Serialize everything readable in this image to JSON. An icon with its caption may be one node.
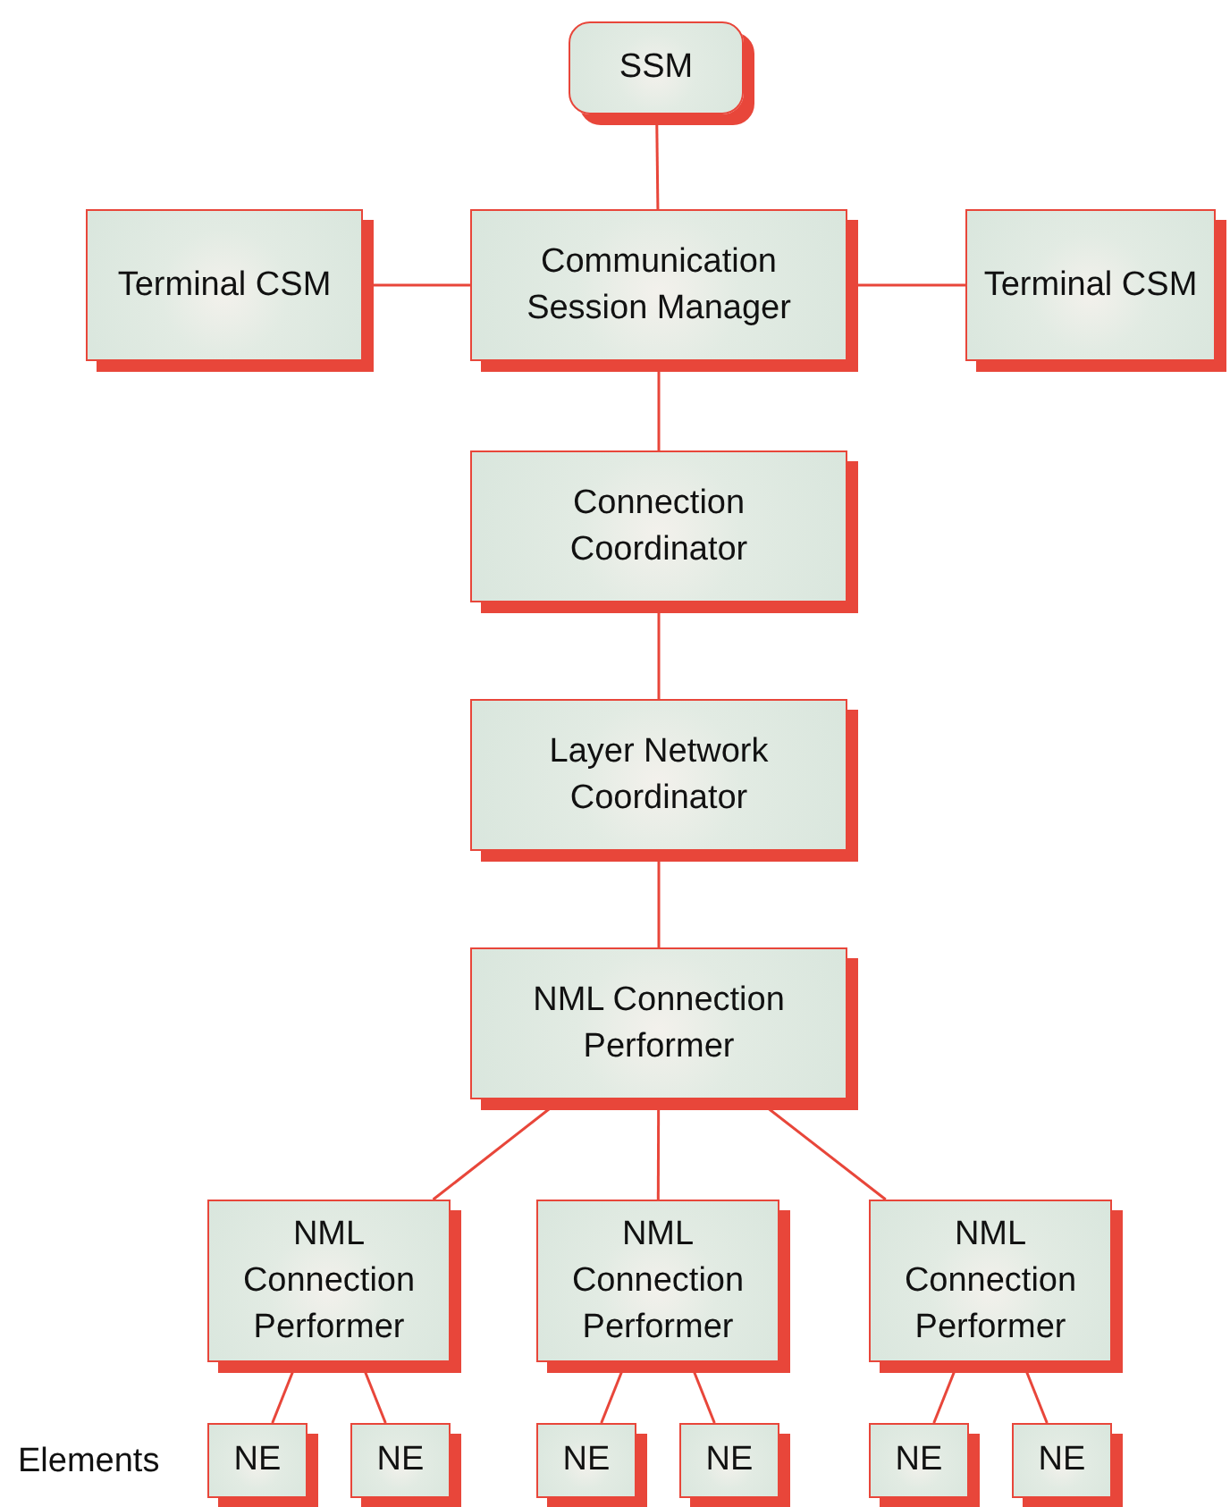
{
  "diagram": {
    "nodes": [
      {
        "text": [
          "SSM"
        ]
      },
      {
        "text": [
          "Terminal CSM"
        ]
      },
      {
        "text": [
          "Communication Session Manager"
        ]
      },
      {
        "text": [
          "Terminal CSM"
        ]
      },
      {
        "text": [
          "Connection Coordinator"
        ]
      },
      {
        "text": [
          "Layer Network Coordinator"
        ]
      },
      {
        "text": [
          "NML Connection Performer"
        ]
      },
      {
        "text": [
          "NML Connection Performer"
        ]
      },
      {
        "text": [
          "NML Connection Performer"
        ]
      },
      {
        "text": [
          "NML Connection Performer"
        ]
      },
      {
        "text": [
          "NE"
        ]
      },
      {
        "text": [
          "NE"
        ]
      },
      {
        "text": [
          "NE"
        ]
      },
      {
        "text": [
          "NE"
        ]
      },
      {
        "text": [
          "NE"
        ]
      },
      {
        "text": [
          "NE"
        ]
      }
    ],
    "edges": [
      {
        "from": 0,
        "to": 2,
        "arrow": "none"
      },
      {
        "from": 1,
        "to": 2,
        "arrow": "none"
      },
      {
        "from": 2,
        "to": 3,
        "arrow": "none"
      },
      {
        "from": 2,
        "to": 4,
        "arrow": "none"
      },
      {
        "from": 4,
        "to": 5,
        "arrow": "none"
      },
      {
        "from": 5,
        "to": 6,
        "arrow": "none"
      },
      {
        "from": 6,
        "to": 7,
        "arrow": "none"
      },
      {
        "from": 6,
        "to": 8,
        "arrow": "none"
      },
      {
        "from": 6,
        "to": 9,
        "arrow": "none"
      },
      {
        "from": 7,
        "to": 10,
        "arrow": "none"
      },
      {
        "from": 7,
        "to": 11,
        "arrow": "none"
      },
      {
        "from": 8,
        "to": 12,
        "arrow": "none"
      },
      {
        "from": 8,
        "to": 13,
        "arrow": "none"
      },
      {
        "from": 9,
        "to": 14,
        "arrow": "none"
      },
      {
        "from": 9,
        "to": 15,
        "arrow": "none"
      }
    ],
    "labels": [
      "Elements"
    ]
  }
}
